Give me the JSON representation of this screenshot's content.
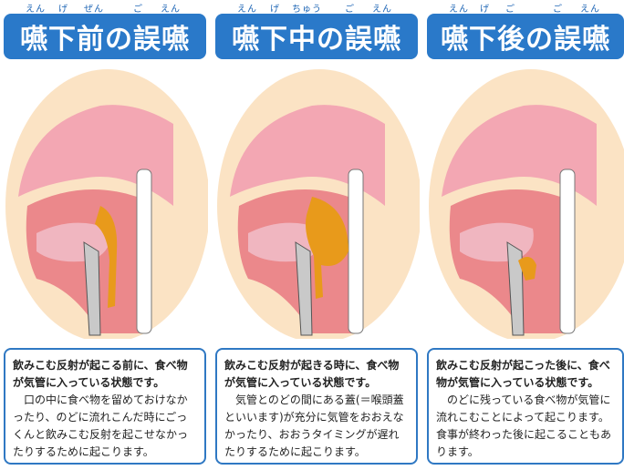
{
  "panels": [
    {
      "ruby": [
        "えん",
        "げ",
        "ぜん",
        "ご",
        "えん"
      ],
      "title": "嚥下前の誤嚥",
      "lead": "飲みこむ反射が起こる前に、食べ物が気管に入っている状態です。",
      "body": "口の中に食べ物を留めておけなかったり、のどに流れこんだ時にごっくんと飲みこむ反射を起こせなかったりするために起こります。"
    },
    {
      "ruby": [
        "えん",
        "げ",
        "ちゅう",
        "ご",
        "えん"
      ],
      "title": "嚥下中の誤嚥",
      "lead": "飲みこむ反射が起きる時に、食べ物が気管に入っている状態です。",
      "body": "気管とのどの間にある蓋(＝喉頭蓋といいます)が充分に気管をおおえなかったり、おおうタイミングが遅れたりするために起こります。"
    },
    {
      "ruby": [
        "えん",
        "げ",
        "ご",
        "ご",
        "えん"
      ],
      "title": "嚥下後の誤嚥",
      "lead": "飲みこむ反射が起こった後に、食べ物が気管に入っている状態です。",
      "body": "のどに残っている食べ物が気管に流れこむことによって起こります。食事が終わった後に起こることもあります。"
    }
  ],
  "colors": {
    "title_bg": "#2a79c9",
    "box_border": "#2f78c3",
    "food": "#e89a1b",
    "tissue": "#e66a78",
    "skin": "#fbe3c4"
  }
}
